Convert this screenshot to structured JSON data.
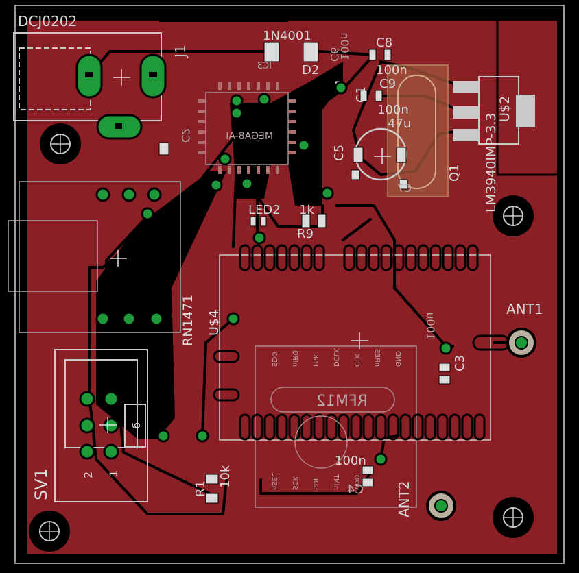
{
  "colors": {
    "background": "#000000",
    "copper": "#8a1f26",
    "copper_edge": "#5a1216",
    "pad": "#1f9a3a",
    "silk": "#d8d8d8",
    "silk_dim": "#b9a7a7",
    "outline": "#9a9a9a"
  },
  "labels": {
    "dc_jack": "DCJ0202",
    "j1": "J1",
    "diode_value": "1N4001",
    "diode_ref": "D2",
    "c8": "C8",
    "c8_value": "100n",
    "c9": "C9",
    "c9_value": "100n",
    "c5": "C5",
    "c5_value": "47u",
    "c6": "C6",
    "c6_value": "100n",
    "c7": "C7",
    "c1": "C1",
    "c2": "C2",
    "ic3": "IC3",
    "mcu": "MEGA8-AI",
    "q1": "Q1",
    "regulator_value": "LM3940IMP-3.3",
    "us2": "U$2",
    "led2": "LED2",
    "r9_value": "1k",
    "r9": "R9",
    "rn1": "RN1",
    "rn1_value": "471",
    "us4": "U$4",
    "ant1": "ANT1",
    "ant2": "ANT2",
    "c3_value": "100u",
    "c3": "C3",
    "rfm12": "RFM12",
    "rfm_pins_top": [
      "SDO",
      "nIRQ",
      "FSK",
      "DCLK",
      "CLK",
      "nRES",
      "GND"
    ],
    "rfm_pins_bottom": [
      "nSEL",
      "SCK",
      "SDI",
      "nINT",
      "VDD"
    ],
    "c4_value": "100n",
    "c4": "C4",
    "r1": "R1",
    "r1_value": "10k",
    "sv1": "SV1",
    "sv1_pin2": "2",
    "sv1_pin1": "1",
    "sv1_pin6": "6"
  }
}
